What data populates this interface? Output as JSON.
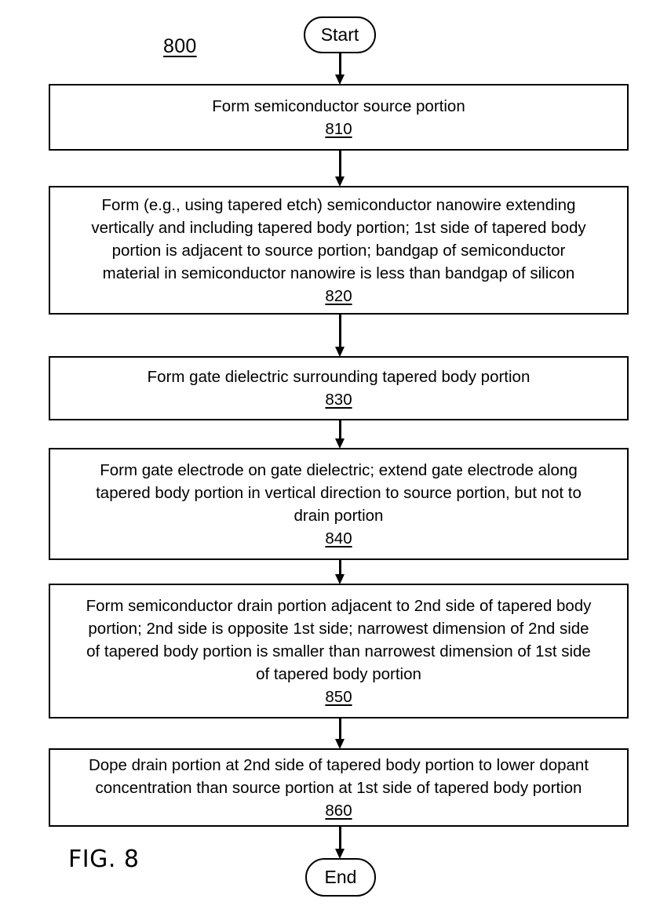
{
  "figure": {
    "reference_numeral": "800",
    "caption": "FIG. 8"
  },
  "flowchart": {
    "start_label": "Start",
    "end_label": "End",
    "steps": [
      {
        "id": "810",
        "text": "Form semiconductor source portion",
        "number": "810"
      },
      {
        "id": "820",
        "text": "Form (e.g., using tapered etch) semiconductor nanowire extending\nvertically and including tapered body portion; 1st side of tapered body\nportion is adjacent to source portion; bandgap of semiconductor\nmaterial in semiconductor nanowire is less than bandgap of silicon",
        "number": "820"
      },
      {
        "id": "830",
        "text": "Form gate dielectric surrounding tapered body portion",
        "number": "830"
      },
      {
        "id": "840",
        "text": "Form gate electrode on gate dielectric; extend gate electrode along\ntapered body portion in vertical direction to source portion, but not to\ndrain portion",
        "number": "840"
      },
      {
        "id": "850",
        "text": "Form semiconductor drain portion adjacent to 2nd side of tapered body\nportion; 2nd side is opposite 1st side; narrowest dimension of 2nd side\nof tapered body portion is smaller than narrowest dimension of 1st side\nof tapered body portion",
        "number": "850"
      },
      {
        "id": "860",
        "text": "Dope drain portion at 2nd side of tapered body portion to lower dopant\nconcentration than source portion at 1st side of tapered body portion",
        "number": "860"
      }
    ]
  },
  "colors": {
    "line": "#000000",
    "background": "#ffffff",
    "text": "#000000"
  }
}
